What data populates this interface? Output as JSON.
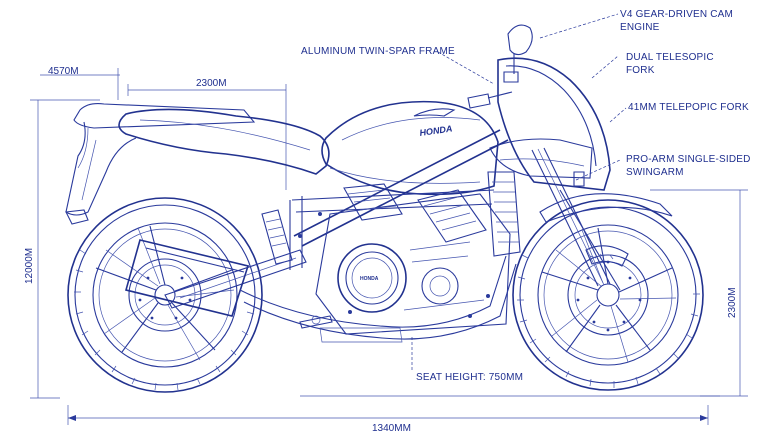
{
  "colors": {
    "ink": "#1f2f8f",
    "paper": "#ffffff"
  },
  "dimensions": {
    "top_left": "4570M",
    "top_mid": "2300M",
    "left_height": "12000M",
    "right_height": "2300M",
    "bottom_length": "1340MM"
  },
  "annotations": {
    "engine_line1": "V4 GEAR-DRIVEN CAM",
    "engine_line2": "ENGINE",
    "frame": "ALUMINUM TWIN-SPAR FRAME",
    "dual_fork_line1": "DUAL TELESOPIC",
    "dual_fork_line2": "FORK",
    "fork41": "41MM TELEPOPIC FORK",
    "swingarm_line1": "PRO-ARM SINGLE-SIDED",
    "swingarm_line2": "SWINGARM",
    "seat_height": "SEAT HEIGHT: 750MM"
  },
  "branding": {
    "tank_logo": "HONDA",
    "engine_case": "HONDA"
  }
}
